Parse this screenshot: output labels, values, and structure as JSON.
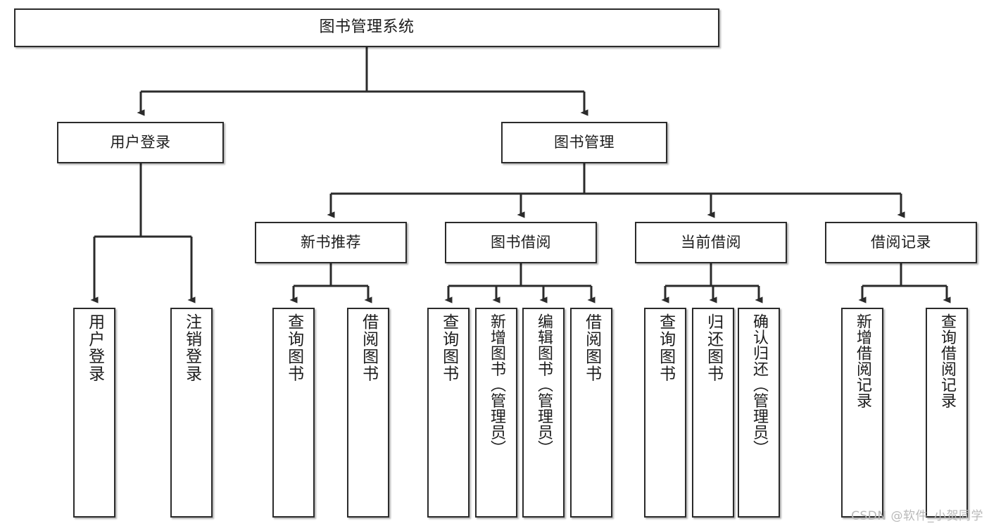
{
  "diagram": {
    "title": "图书管理系统",
    "watermark": "CSDN @软件_小贺同学",
    "colors": {
      "box_border": "#2b2b2b",
      "box_fill": "#ffffff",
      "connector": "#2b2b2b",
      "text": "#1c1c1c",
      "watermark": "#b9b9b9"
    },
    "root": {
      "label": "图书管理系统"
    },
    "level2": [
      {
        "label": "用户登录"
      },
      {
        "label": "图书管理"
      }
    ],
    "level3": [
      {
        "label": "新书推荐"
      },
      {
        "label": "图书借阅"
      },
      {
        "label": "当前借阅"
      },
      {
        "label": "借阅记录"
      }
    ],
    "leaves": {
      "user_login": [
        {
          "label": "用户登录"
        },
        {
          "label": "注销登录"
        }
      ],
      "new_book": [
        {
          "label": "查询图书"
        },
        {
          "label": "借阅图书"
        }
      ],
      "book_borrow": [
        {
          "label": "查询图书"
        },
        {
          "label": "新增图书（管理员）"
        },
        {
          "label": "编辑图书（管理员）"
        },
        {
          "label": "借阅图书"
        }
      ],
      "current_borrow": [
        {
          "label": "查询图书"
        },
        {
          "label": "归还图书"
        },
        {
          "label": "确认归还（管理员）"
        }
      ],
      "borrow_record": [
        {
          "label": "新增借阅记录"
        },
        {
          "label": "查询借阅记录"
        }
      ]
    }
  }
}
